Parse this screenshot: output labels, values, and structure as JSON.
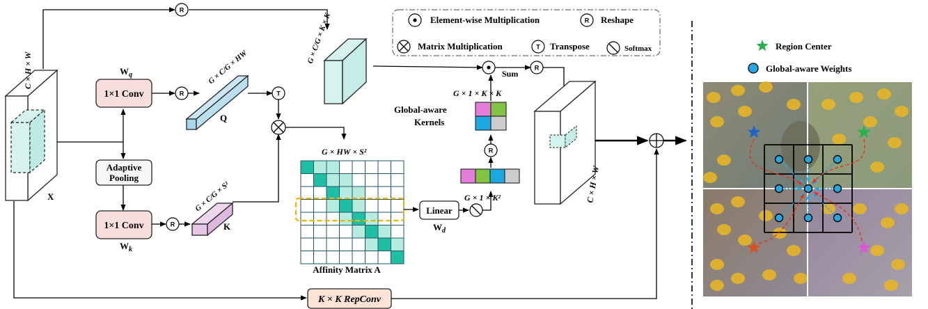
{
  "legend": {
    "element_wise": "Element-wise Multiplication",
    "reshape": "Reshape",
    "matrix_mult": "Matrix Multiplication",
    "transpose": "Transpose",
    "softmax": "Softmax"
  },
  "symbols": {
    "reshape": "R",
    "transpose": "T"
  },
  "labels": {
    "x_shape": "C × H × W",
    "x": "X",
    "wq": "W",
    "wq_sub": "q",
    "wk": "W",
    "wk_sub": "k",
    "wd": "W",
    "wd_sub": "d",
    "conv_q": "1×1 Conv",
    "conv_k": "1×1 Conv",
    "adaptive_1": "Adaptive",
    "adaptive_2": "Pooling",
    "q": "Q",
    "k": "K",
    "q_shape": "G × C/G × HW",
    "k_shape": "G × C/G × S²",
    "top_shape": "G × C/G × K × K",
    "affinity_shape": "G × HW × S²",
    "affinity": "Affinity Matrix A",
    "linear": "Linear",
    "vec_shape": "G × 1 × K²",
    "kern_shape": "G × 1 × K × K",
    "kernels_1": "Global-aware",
    "kernels_2": "Kernels",
    "sum": "Sum",
    "out_shape": "C × H × W",
    "repconv": "K × K RepConv"
  },
  "right_legend": {
    "region_center": "Region Center",
    "global_weights": "Global-aware Weights"
  },
  "colors": {
    "conv_fill": "#f9dede",
    "adaptive_fill": "#f7f7f7",
    "q_fill": "#cbe6f3",
    "k_fill": "#ecd6ee",
    "teal": "#1fbfa4",
    "light_teal": "#b6ebe0",
    "cube_face": "#d4f3ef",
    "dash_orange": "#f0b400",
    "magenta": "#e57ddd",
    "green": "#82c341",
    "blue": "#1aa8e0",
    "gray": "#cccccc",
    "star_blue": "#1c64c6",
    "star_green": "#25b24e",
    "star_orange": "#d7531e",
    "star_pink": "#d85ad2",
    "weight_dot": "#27a7e1",
    "curve_red": "#e3331e"
  }
}
